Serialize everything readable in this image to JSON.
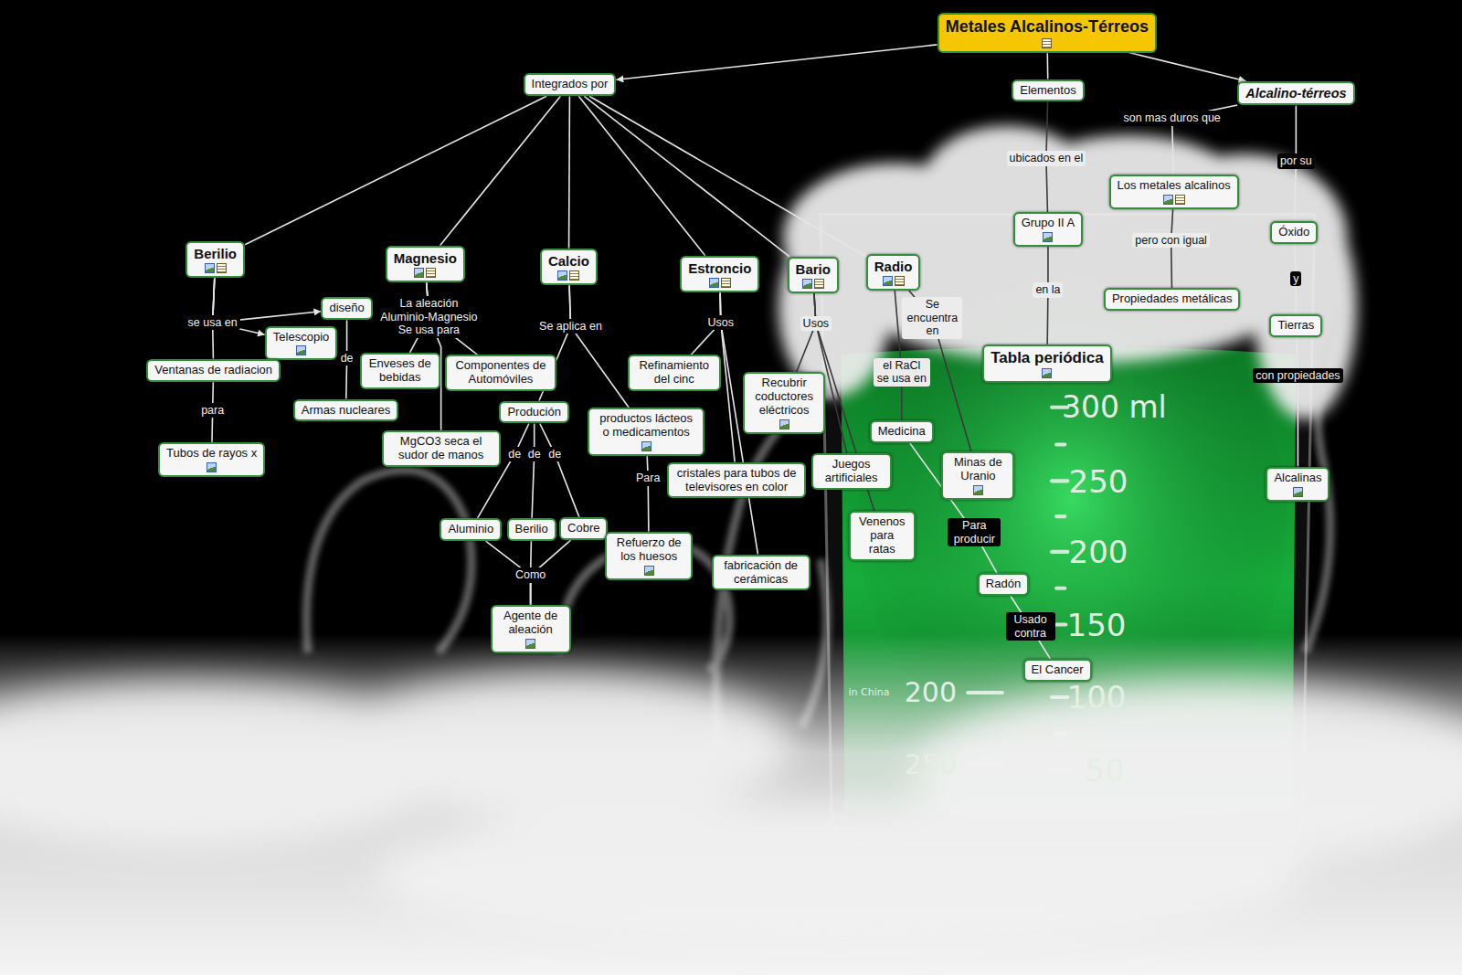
{
  "diagram": {
    "nodes": [
      {
        "text": [
          "Metales Alcalinos-Térreos"
        ]
      },
      {
        "text": [
          "Integrados por"
        ]
      },
      {
        "text": [
          "Elementos"
        ]
      },
      {
        "text": [
          "Alcalino-térreos"
        ]
      },
      {
        "text": [
          "Berilio"
        ]
      },
      {
        "text": [
          "Magnesio"
        ]
      },
      {
        "text": [
          "Calcio"
        ]
      },
      {
        "text": [
          "Estroncio"
        ]
      },
      {
        "text": [
          "Bario"
        ]
      },
      {
        "text": [
          "Radio"
        ]
      },
      {
        "text": [
          "Grupo II A"
        ]
      },
      {
        "text": [
          "Los metales alcalinos"
        ]
      },
      {
        "text": [
          "Óxido"
        ]
      },
      {
        "text": [
          "diseño"
        ]
      },
      {
        "text": [
          "Telescopio"
        ]
      },
      {
        "text": [
          "Ventanas de radiacion"
        ]
      },
      {
        "text": [
          "Armas nucleares"
        ]
      },
      {
        "text": [
          "Tubos de rayos x"
        ]
      },
      {
        "text": [
          "Enveses de bebidas"
        ]
      },
      {
        "text": [
          "Componentes de Automóviles"
        ]
      },
      {
        "text": [
          "MgCO3 seca el sudor de manos"
        ]
      },
      {
        "text": [
          "Produción"
        ]
      },
      {
        "text": [
          "productos lácteos o medicamentos"
        ]
      },
      {
        "text": [
          "Aluminio"
        ]
      },
      {
        "text": [
          "Berilio"
        ]
      },
      {
        "text": [
          "Cobre"
        ]
      },
      {
        "text": [
          "Agente de aleación"
        ]
      },
      {
        "text": [
          "Refuerzo de los huesos"
        ]
      },
      {
        "text": [
          "Refinamiento del cinc"
        ]
      },
      {
        "text": [
          "cristales para tubos de televisores en color"
        ]
      },
      {
        "text": [
          "fabricación de cerámicas"
        ]
      },
      {
        "text": [
          "Recubrir coductores eléctricos"
        ]
      },
      {
        "text": [
          "Juegos artificiales"
        ]
      },
      {
        "text": [
          "Venenos para ratas"
        ]
      },
      {
        "text": [
          "Medicina"
        ]
      },
      {
        "text": [
          "Minas de Uranio"
        ]
      },
      {
        "text": [
          "Radón"
        ]
      },
      {
        "text": [
          "El Cancer"
        ]
      },
      {
        "text": [
          "Tabla periódica"
        ]
      },
      {
        "text": [
          "Propiedades metálicas"
        ]
      },
      {
        "text": [
          "Tierras"
        ]
      },
      {
        "text": [
          "Alcalinas"
        ]
      }
    ],
    "edges": [
      {
        "from": 0,
        "to": 1,
        "arrow": "to"
      },
      {
        "from": 0,
        "to": 2,
        "arrow": "none"
      },
      {
        "from": 0,
        "to": 3,
        "arrow": "to"
      },
      {
        "from": 1,
        "to": 4,
        "arrow": "none"
      },
      {
        "from": 1,
        "to": 5,
        "arrow": "none"
      },
      {
        "from": 1,
        "to": 6,
        "arrow": "none"
      },
      {
        "from": 1,
        "to": 7,
        "arrow": "none"
      },
      {
        "from": 1,
        "to": 8,
        "arrow": "none"
      },
      {
        "from": 1,
        "to": 9,
        "arrow": "none"
      },
      {
        "from": 2,
        "to": 10,
        "label": "ubicados en el",
        "arrow": "none"
      },
      {
        "from": 10,
        "to": 38,
        "label": "en la",
        "arrow": "none"
      },
      {
        "from": 3,
        "to": 11,
        "label": "son mas duros que",
        "arrow": "none"
      },
      {
        "from": 11,
        "to": 39,
        "label": "pero con igual",
        "arrow": "none"
      },
      {
        "from": 3,
        "to": 12,
        "label": "por su",
        "arrow": "none"
      },
      {
        "from": 12,
        "to": 40,
        "label": "y",
        "arrow": "none"
      },
      {
        "from": 40,
        "to": 41,
        "label": "con propiedades",
        "arrow": "none"
      },
      {
        "from": 4,
        "to": 13,
        "label": "se usa en",
        "arrow": "to"
      },
      {
        "from": 4,
        "to": 14,
        "arrow": "to"
      },
      {
        "from": 4,
        "to": 15,
        "arrow": "none"
      },
      {
        "from": 15,
        "to": 17,
        "label": "para",
        "arrow": "none"
      },
      {
        "from": 13,
        "to": 16,
        "label": "de",
        "arrow": "none"
      },
      {
        "from": 5,
        "to": 18,
        "label": "La aleación Aluminio-Magnesio Se usa para",
        "arrow": "none"
      },
      {
        "from": 5,
        "to": 19,
        "arrow": "none"
      },
      {
        "from": 5,
        "to": 20,
        "arrow": "none"
      },
      {
        "from": 6,
        "to": 21,
        "label": "Se aplica en",
        "arrow": "none"
      },
      {
        "from": 6,
        "to": 22,
        "arrow": "none"
      },
      {
        "from": 21,
        "to": 23,
        "label": "de",
        "arrow": "none"
      },
      {
        "from": 21,
        "to": 24,
        "label": "de",
        "arrow": "none"
      },
      {
        "from": 21,
        "to": 25,
        "label": "de",
        "arrow": "none"
      },
      {
        "from": 23,
        "to": 26,
        "label": "Como",
        "arrow": "none"
      },
      {
        "from": 24,
        "to": 26,
        "arrow": "none"
      },
      {
        "from": 25,
        "to": 26,
        "arrow": "none"
      },
      {
        "from": 22,
        "to": 27,
        "label": "Para",
        "arrow": "none"
      },
      {
        "from": 7,
        "to": 28,
        "label": "Usos",
        "arrow": "none"
      },
      {
        "from": 7,
        "to": 29,
        "arrow": "none"
      },
      {
        "from": 7,
        "to": 30,
        "arrow": "none"
      },
      {
        "from": 8,
        "to": 31,
        "label": "Usos",
        "arrow": "none"
      },
      {
        "from": 8,
        "to": 32,
        "arrow": "none"
      },
      {
        "from": 8,
        "to": 33,
        "arrow": "none"
      },
      {
        "from": 9,
        "to": 35,
        "label": "Se encuentra en",
        "arrow": "none"
      },
      {
        "from": 9,
        "to": 34,
        "label": "el RaCl se usa en",
        "arrow": "none"
      },
      {
        "from": 34,
        "to": 36,
        "label": "Para producir",
        "arrow": "none"
      },
      {
        "from": 36,
        "to": 37,
        "label": "Usado contra",
        "arrow": "none"
      }
    ],
    "labels": [
      "300 ml",
      "250",
      "200",
      "150",
      "100",
      "50",
      "200",
      "250",
      "in China"
    ]
  }
}
